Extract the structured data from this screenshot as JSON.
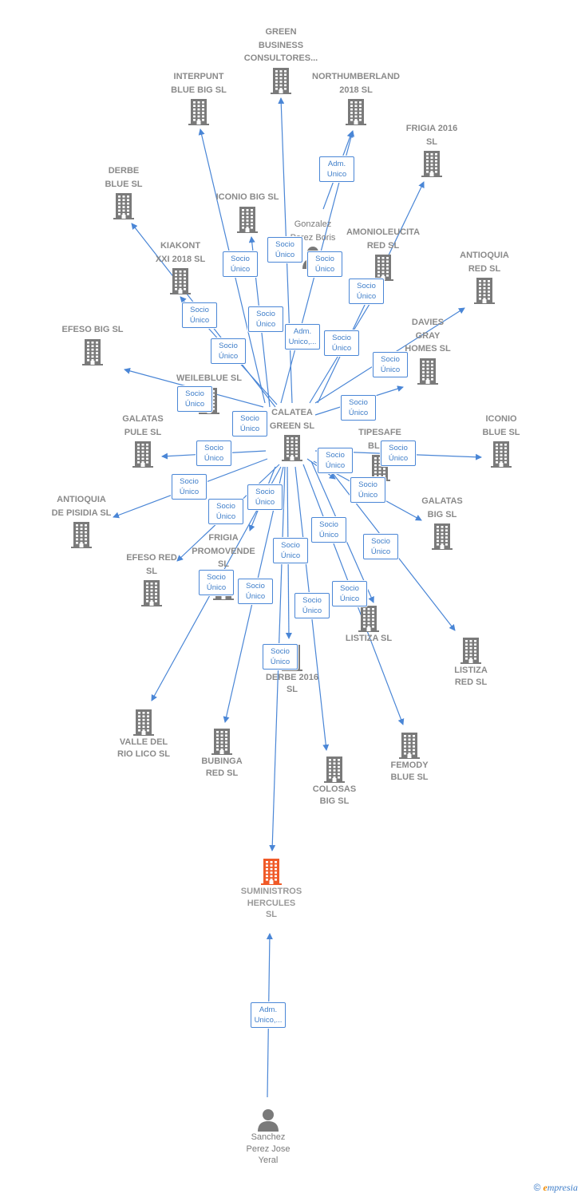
{
  "colors": {
    "edge": "#4a86d6",
    "box": "#3f7ec9",
    "building": "#7a7a7a",
    "main": "#f05a28"
  },
  "nodes": [
    {
      "id": "green",
      "lines": [
        "GREEN",
        "BUSINESS",
        "CONSULTORES..."
      ],
      "icon": "building-icon"
    },
    {
      "id": "interpunt",
      "lines": [
        "INTERPUNT",
        "BLUE BIG  SL"
      ],
      "icon": "building-icon"
    },
    {
      "id": "northumberland",
      "lines": [
        "NORTHUMBERLAND",
        "2018  SL"
      ],
      "icon": "building-icon"
    },
    {
      "id": "frigia2016",
      "lines": [
        "FRIGIA 2016",
        "SL"
      ],
      "icon": "building-icon"
    },
    {
      "id": "derbeblue",
      "lines": [
        "DERBE",
        "BLUE  SL"
      ],
      "icon": "building-icon"
    },
    {
      "id": "iconiobig",
      "lines": [
        "ICONIO BIG  SL"
      ],
      "icon": "building-icon"
    },
    {
      "id": "gonzalez",
      "lines": [
        "Gonzalez",
        "Perez Boris"
      ],
      "icon": "person-icon"
    },
    {
      "id": "amonio",
      "lines": [
        "AMONIOLEUCITA",
        "RED  SL"
      ],
      "icon": "building-icon"
    },
    {
      "id": "kiakont",
      "lines": [
        "KIAKONT",
        "XXI 2018  SL"
      ],
      "icon": "building-icon"
    },
    {
      "id": "antioquiared",
      "lines": [
        "ANTIOQUIA",
        "RED  SL"
      ],
      "icon": "building-icon"
    },
    {
      "id": "efesobig",
      "lines": [
        "EFESO BIG  SL"
      ],
      "icon": "building-icon"
    },
    {
      "id": "davies",
      "lines": [
        "DAVIES",
        "GRAY",
        "HOMES  SL"
      ],
      "icon": "building-icon"
    },
    {
      "id": "weileblue",
      "lines": [
        "WEILEBLUE  SL"
      ],
      "icon": "building-icon"
    },
    {
      "id": "calatea",
      "lines": [
        "CALATEA",
        "GREEN  SL"
      ],
      "icon": "building-icon"
    },
    {
      "id": "galataspule",
      "lines": [
        "GALATAS",
        "PULE  SL"
      ],
      "icon": "building-icon"
    },
    {
      "id": "tipesafe",
      "lines": [
        "TIPESAFE",
        "BLUE"
      ],
      "icon": "building-icon"
    },
    {
      "id": "iconioblue",
      "lines": [
        "ICONIO",
        "BLUE  SL"
      ],
      "icon": "building-icon"
    },
    {
      "id": "antioquiapisidia",
      "lines": [
        "ANTIOQUIA",
        "DE PISIDIA  SL"
      ],
      "icon": "building-icon"
    },
    {
      "id": "galatasbig",
      "lines": [
        "GALATAS",
        "BIG  SL"
      ],
      "icon": "building-icon"
    },
    {
      "id": "frigiapromo",
      "lines": [
        "FRIGIA",
        "PROMOVENDE",
        "SL"
      ],
      "icon": "building-icon"
    },
    {
      "id": "efesored",
      "lines": [
        "EFESO RED",
        "SL"
      ],
      "icon": "building-icon"
    },
    {
      "id": "listiza",
      "lines": [
        "LISTIZA  SL"
      ],
      "icon": "building-icon"
    },
    {
      "id": "listizared",
      "lines": [
        "LISTIZA",
        "RED  SL"
      ],
      "icon": "building-icon"
    },
    {
      "id": "derbe2016",
      "lines": [
        "DERBE 2016",
        "SL"
      ],
      "icon": "building-icon"
    },
    {
      "id": "valle",
      "lines": [
        "VALLE DEL",
        "RIO LICO  SL"
      ],
      "icon": "building-icon"
    },
    {
      "id": "bubinga",
      "lines": [
        "BUBINGA",
        "RED  SL"
      ],
      "icon": "building-icon"
    },
    {
      "id": "colosas",
      "lines": [
        "COLOSAS",
        "BIG  SL"
      ],
      "icon": "building-icon"
    },
    {
      "id": "femody",
      "lines": [
        "FEMODY",
        "BLUE  SL"
      ],
      "icon": "building-icon"
    },
    {
      "id": "suministros",
      "lines": [
        "SUMINISTROS",
        "HERCULES",
        "SL"
      ],
      "icon": "building-icon-highlight"
    },
    {
      "id": "sanchez",
      "lines": [
        "Sanchez",
        "Perez Jose",
        "Yeral"
      ],
      "icon": "person-icon"
    }
  ],
  "relations": [
    {
      "lines": [
        "Adm.",
        "Unico"
      ]
    },
    {
      "lines": [
        "Socio",
        "Único"
      ]
    },
    {
      "lines": [
        "Socio",
        "Único"
      ]
    },
    {
      "lines": [
        "Socio",
        "Único"
      ]
    },
    {
      "lines": [
        "Socio",
        "Único"
      ]
    },
    {
      "lines": [
        "Socio",
        "Único"
      ]
    },
    {
      "lines": [
        "Socio",
        "Único"
      ]
    },
    {
      "lines": [
        "Adm.",
        "Unico,..."
      ]
    },
    {
      "lines": [
        "Socio",
        "Único"
      ]
    },
    {
      "lines": [
        "Socio",
        "Único"
      ]
    },
    {
      "lines": [
        "Socio",
        "Único"
      ]
    },
    {
      "lines": [
        "Socio",
        "Único"
      ]
    },
    {
      "lines": [
        "Socio",
        "Único"
      ]
    },
    {
      "lines": [
        "Socio",
        "Único"
      ]
    },
    {
      "lines": [
        "Socio",
        "Único"
      ]
    },
    {
      "lines": [
        "Socio",
        "Único"
      ]
    },
    {
      "lines": [
        "Socio",
        "Único"
      ]
    },
    {
      "lines": [
        "Socio",
        "Único"
      ]
    },
    {
      "lines": [
        "Socio",
        "Único"
      ]
    },
    {
      "lines": [
        "Socio",
        "Único"
      ]
    },
    {
      "lines": [
        "Socio",
        "Único"
      ]
    },
    {
      "lines": [
        "Socio",
        "Único"
      ]
    },
    {
      "lines": [
        "Socio",
        "Único"
      ]
    },
    {
      "lines": [
        "Socio",
        "Único"
      ]
    },
    {
      "lines": [
        "Socio",
        "Único"
      ]
    },
    {
      "lines": [
        "Socio",
        "Único"
      ]
    },
    {
      "lines": [
        "Socio",
        "Único"
      ]
    },
    {
      "lines": [
        "Socio",
        "Único"
      ]
    },
    {
      "lines": [
        "Socio",
        "Único"
      ]
    },
    {
      "lines": [
        "Adm.",
        "Unico,..."
      ]
    }
  ],
  "footer": {
    "copyright": "©",
    "brand_initial": "e",
    "brand_rest": "mpresia"
  }
}
